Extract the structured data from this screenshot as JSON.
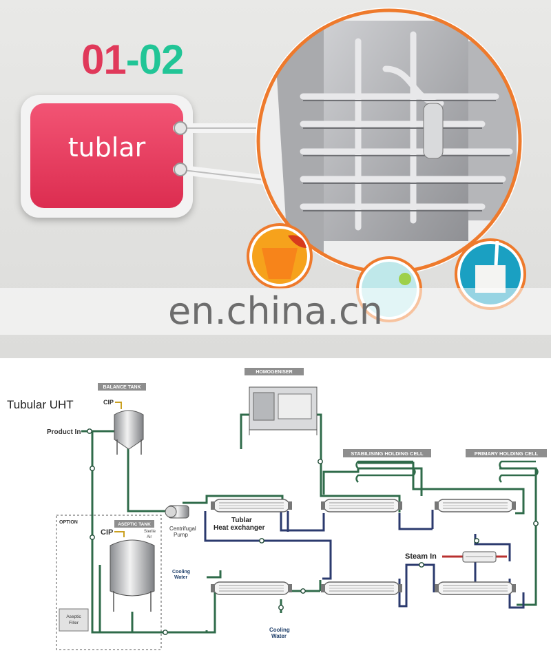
{
  "banner": {
    "code_part1": "01",
    "code_part2": "-02",
    "tag_label": "tublar",
    "watermark": "en.china.cn"
  },
  "diagram": {
    "title": "Tubular UHT",
    "labels": {
      "balance_tank": "BALANCE TANK",
      "cip_top": "CIP",
      "product_in": "Product In",
      "homogeniser": "HOMOGENISER",
      "stabilising": "STABILISING HOLDING CELL",
      "primary": "PRIMARY HOLDING CELL",
      "option": "OPTION",
      "aseptic_tank": "ASEPTIC TANK",
      "cip_option": "CIP",
      "sterile": "Sterile",
      "air": "Air",
      "centrifugal_line1": "Centrifugal",
      "centrifugal_line2": "Pump",
      "tubular_line1": "Tublar",
      "tubular_line2": "Heat exchanger",
      "steam_in": "Steam In",
      "cooling_water_top_line1": "Cooling",
      "cooling_water_top_line2": "Water",
      "cooling_water_bottom_line1": "Cooling",
      "cooling_water_bottom_line2": "Water",
      "aseptic_filler_line1": "Aseptic",
      "aseptic_filler_line2": "Filler"
    },
    "colors": {
      "green_pipe": "#2f6b4a",
      "blue_pipe": "#2b3a6e",
      "steam_pipe": "#b8302f",
      "label_bg": "#8e8e8e",
      "accent_red": "#e0395a",
      "accent_green": "#21c596"
    }
  }
}
